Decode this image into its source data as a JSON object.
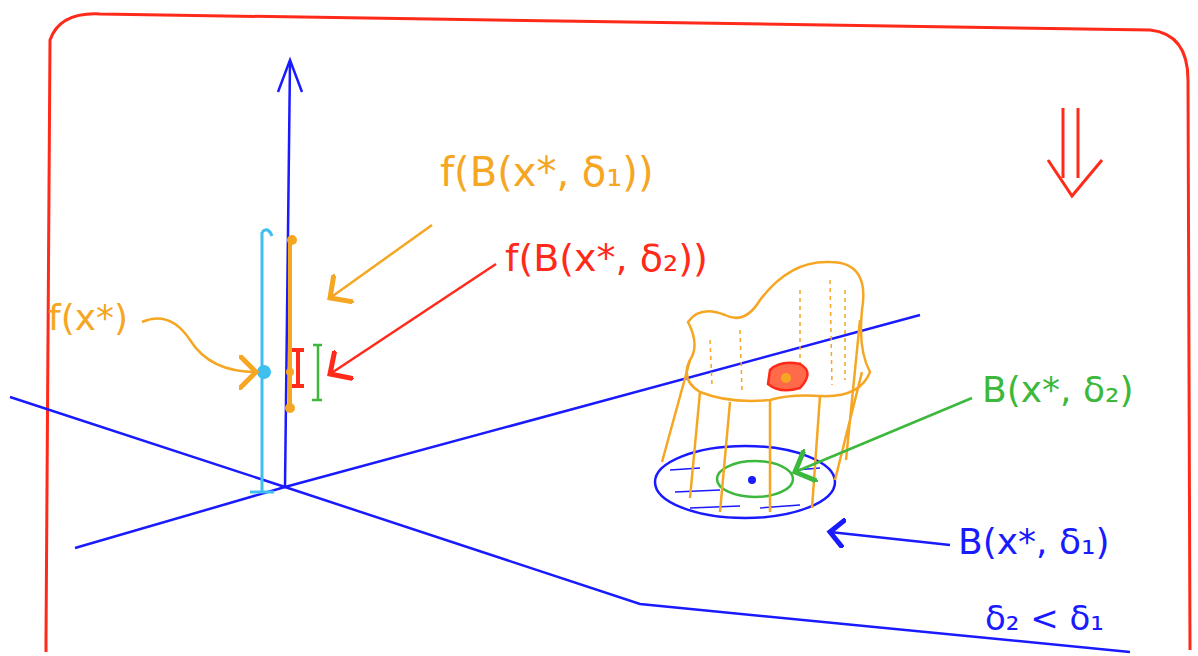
{
  "diagram": {
    "labels": [
      "f(B(x*, δ₁))",
      "f(x*)",
      "f(B(x*, δ₂))",
      "B(x*, δ₂)",
      "B(x*, δ₁)",
      "δ₂ < δ₁"
    ]
  }
}
